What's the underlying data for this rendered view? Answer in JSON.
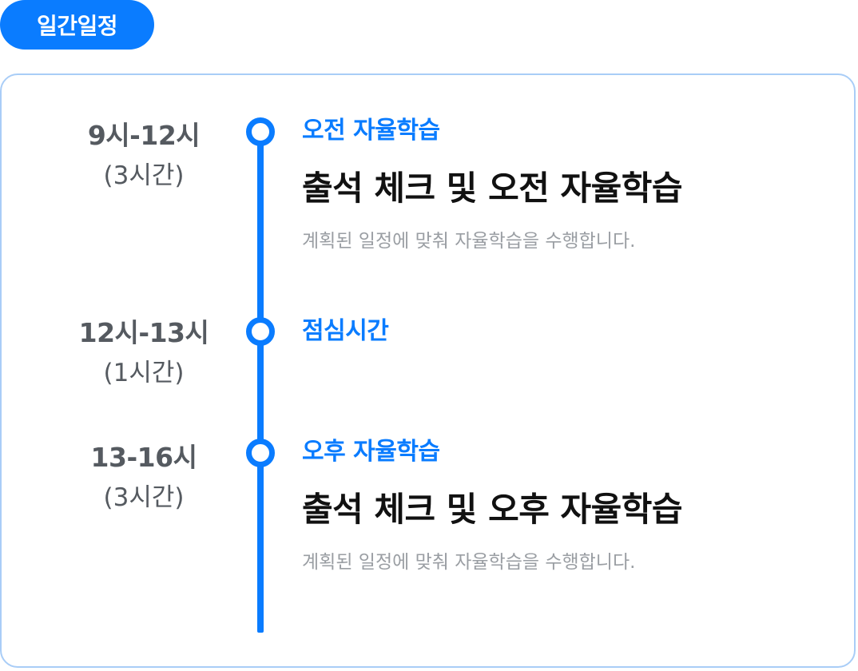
{
  "header": {
    "badge_label": "일간일정"
  },
  "schedule": [
    {
      "time": "9시-12시",
      "duration": "(3시간)",
      "tag": "오전 자율학습",
      "title": "출석 체크 및 오전 자율학습",
      "description": "계획된 일정에 맞춰 자율학습을 수행합니다."
    },
    {
      "time": "12시-13시",
      "duration": "(1시간)",
      "tag": "점심시간"
    },
    {
      "time": "13-16시",
      "duration": "(3시간)",
      "tag": "오후 자율학습",
      "title": "출석 체크 및 오후 자율학습",
      "description": "계획된 일정에 맞춰 자율학습을 수행합니다."
    }
  ],
  "colors": {
    "accent": "#0a7cff",
    "card_border": "#a9cdf7",
    "time_text": "#555a60",
    "title_text": "#111111",
    "description_text": "#9a9ea3"
  }
}
